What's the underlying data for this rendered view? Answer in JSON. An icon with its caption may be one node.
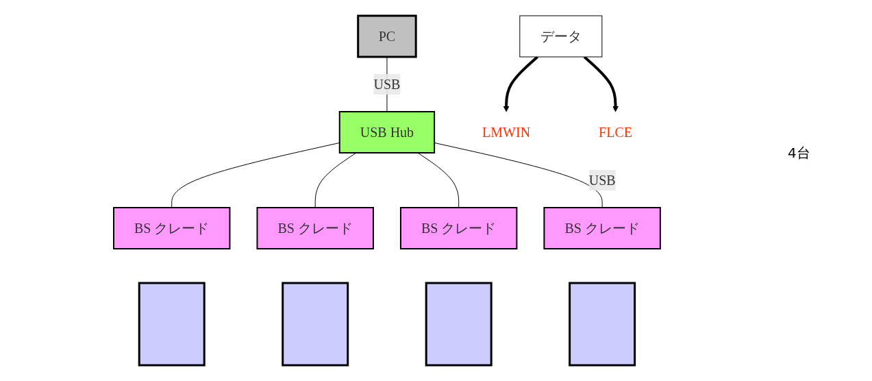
{
  "diagram": {
    "nodes": [
      {
        "text": [
          "PC"
        ]
      },
      {
        "text": [
          "USB Hub"
        ]
      },
      {
        "text": [
          "BS クレード"
        ]
      },
      {
        "text": [
          "BS クレード"
        ]
      },
      {
        "text": [
          "BS クレード"
        ]
      },
      {
        "text": [
          "BS クレード"
        ]
      },
      {
        "text": [],
        "shape": "box"
      },
      {
        "text": [],
        "shape": "box"
      },
      {
        "text": [],
        "shape": "box"
      },
      {
        "text": [],
        "shape": "box"
      },
      {
        "text": [
          "データ"
        ]
      },
      {
        "text": [
          "LMWIN"
        ]
      },
      {
        "text": [
          "FLCE"
        ]
      }
    ],
    "edges": [
      {
        "from": 0,
        "to": 1,
        "arrow": "none",
        "label": "USB"
      },
      {
        "from": 1,
        "to": 2,
        "arrow": "none"
      },
      {
        "from": 1,
        "to": 3,
        "arrow": "none"
      },
      {
        "from": 1,
        "to": 4,
        "arrow": "none"
      },
      {
        "from": 1,
        "to": 5,
        "arrow": "none",
        "label": "USB"
      },
      {
        "from": 10,
        "to": 11,
        "arrow": "to",
        "style": "thick"
      },
      {
        "from": 10,
        "to": 12,
        "arrow": "to",
        "style": "thick"
      }
    ],
    "labels": [
      "4台"
    ]
  }
}
